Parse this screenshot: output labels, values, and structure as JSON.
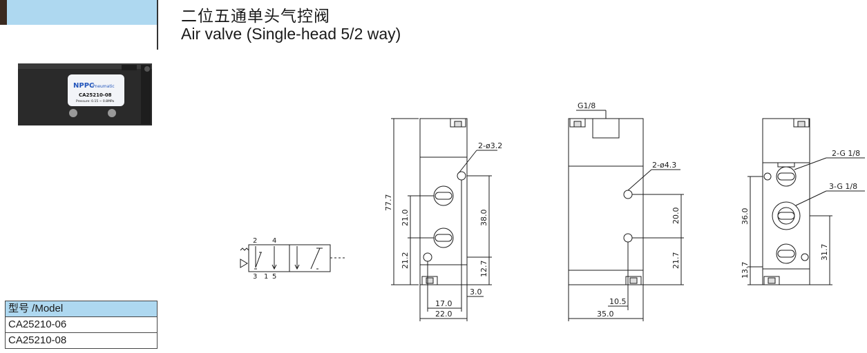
{
  "header": {
    "title_cn": "二位五通单头气控阀",
    "title_en": "Air valve (Single-head 5/2 way)"
  },
  "product_photo": {
    "brand": "NPPC",
    "brand_sub": "Pneumatic",
    "model": "CA25210-08",
    "pressure": "Pressure: 0.15 ~ 0.8MPa"
  },
  "model_table": {
    "header": "型号 /Model",
    "rows": [
      "CA25210-06",
      "CA25210-08"
    ]
  },
  "symbol": {
    "ports_top": [
      "2",
      "4"
    ],
    "ports_bottom": [
      "3",
      "1",
      "5"
    ]
  },
  "view_front": {
    "holes": "2-ø3.2",
    "height": "77.7",
    "spacing_21_0": "21.0",
    "spacing_21_2": "21.2",
    "spacing_38_0": "38.0",
    "spacing_12_7": "12.7",
    "width_17_0": "17.0",
    "width_22_0": "22.0",
    "offset_3_0": "3.0"
  },
  "view_side": {
    "port": "G1/8",
    "holes": "2-ø4.3",
    "spacing_20_0": "20.0",
    "spacing_21_7": "21.7",
    "offset_10_5": "10.5",
    "width_35_0": "35.0"
  },
  "view_back": {
    "ports_a": "2-G 1/8",
    "ports_b": "3-G 1/8",
    "spacing_36_0": "36.0",
    "spacing_13_7": "13.7",
    "spacing_31_7": "31.7"
  },
  "colors": {
    "accent": "#aed8f0",
    "line": "#1a1a1a"
  }
}
